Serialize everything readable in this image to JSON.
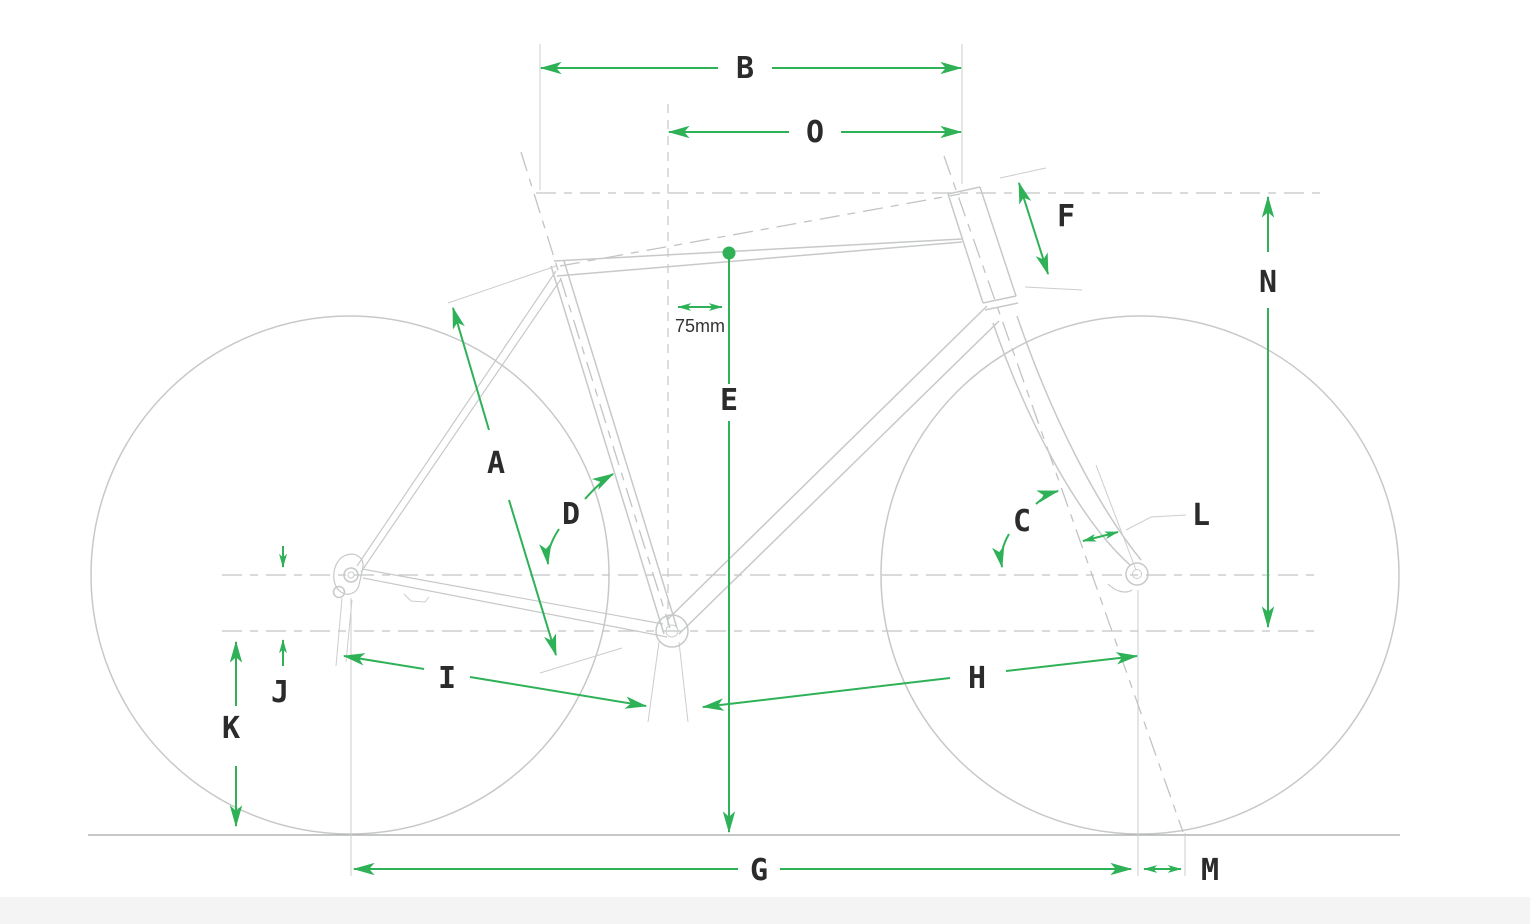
{
  "diagram": {
    "type": "bicycle-frame-geometry-side-view",
    "colors": {
      "accent_green": "#2FB157",
      "line_gray": "#c7c9c9",
      "dash_gray": "#c2c4c4",
      "label_color": "#2b2b2b",
      "ground_gray": "#b3b5b5",
      "footer_band": "#f4f4f5"
    },
    "labels": {
      "A": "A",
      "B": "B",
      "C": "C",
      "D": "D",
      "E": "E",
      "F": "F",
      "G": "G",
      "H": "H",
      "I": "I",
      "J": "J",
      "K": "K",
      "L": "L",
      "M": "M",
      "N": "N",
      "O": "O"
    },
    "annotations": {
      "bb_offset": "75mm"
    }
  }
}
